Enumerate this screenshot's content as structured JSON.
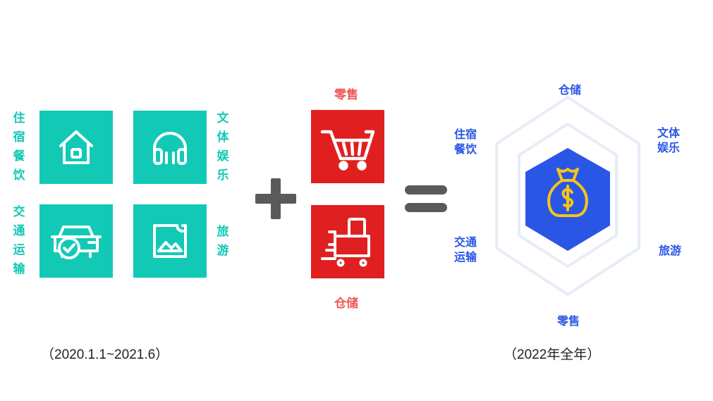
{
  "left_group": {
    "labels": {
      "lodging": "住宿餐饮",
      "culture": "文体娱乐",
      "transport": "交通运输",
      "tourism": "旅游"
    },
    "icons": [
      "house-icon",
      "headphones-icon",
      "car-check-icon",
      "picture-icon"
    ],
    "caption": "（2020.1.1~2021.6）"
  },
  "middle_group": {
    "retail_label": "零售",
    "storage_label": "仓储",
    "icons": [
      "shopping-cart-icon",
      "forklift-icon"
    ]
  },
  "operators": {
    "plus": "+",
    "equals": "="
  },
  "right_group": {
    "labels": {
      "top": "仓储",
      "top_left": "住宿餐饮",
      "top_right": "文体娱乐",
      "bottom_left": "交通运输",
      "bottom_right": "旅游",
      "bottom": "零售"
    },
    "center_icon": "money-bag-icon",
    "caption": "（2022年全年）"
  },
  "colors": {
    "teal": "#12c9b6",
    "red": "#e02020",
    "red_text": "#f05555",
    "blue": "#2a56e6",
    "gray": "#5a5a5a",
    "gold": "#f5c518"
  }
}
